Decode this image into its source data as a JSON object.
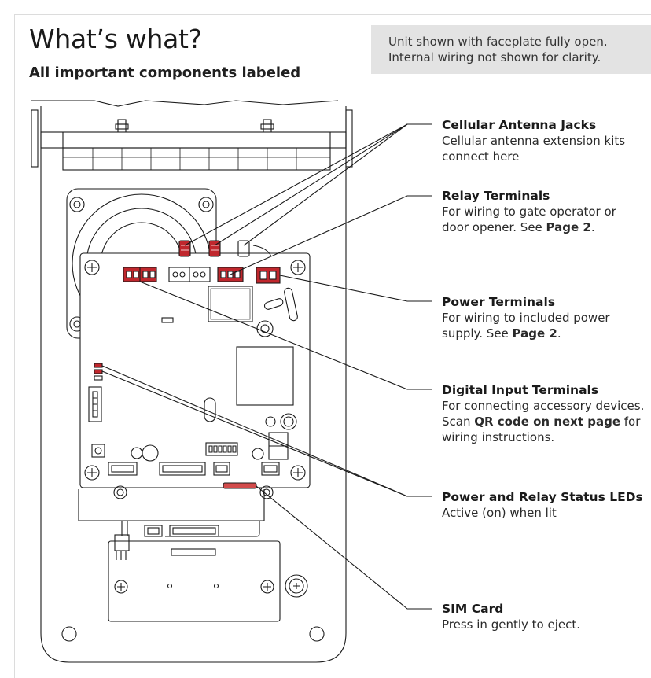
{
  "header": {
    "title": "What’s what?",
    "subtitle": "All important components labeled"
  },
  "note": {
    "line1": "Unit shown with faceplate fully open.",
    "line2": "Internal wiring not shown for clarity."
  },
  "callouts": {
    "antenna": {
      "title": "Cellular Antenna Jacks",
      "line1": "Cellular antenna extension kits",
      "line2": "connect here"
    },
    "relay": {
      "title": "Relay Terminals",
      "line1": "For wiring to gate operator or",
      "line2_pre": "door opener. See ",
      "line2_bold": "Page 2",
      "line2_post": "."
    },
    "power": {
      "title": "Power Terminals",
      "line1": "For wiring to included power",
      "line2_pre": "supply. See ",
      "line2_bold": "Page 2",
      "line2_post": "."
    },
    "digital": {
      "title": "Digital Input Terminals",
      "line1": "For connecting accessory devices.",
      "line2_pre": "Scan ",
      "line2_bold": "QR code on next page",
      "line2_post": " for",
      "line3": "wiring instructions."
    },
    "leds": {
      "title": "Power and Relay Status LEDs",
      "line1": "Active (on) when lit"
    },
    "sim": {
      "title": "SIM Card",
      "line1": "Press in gently to eject."
    }
  },
  "colors": {
    "terminal_red": "#c0272d",
    "sim_red": "#d24b4b",
    "note_bg": "#e3e3e3",
    "line": "#1a1a1a"
  }
}
